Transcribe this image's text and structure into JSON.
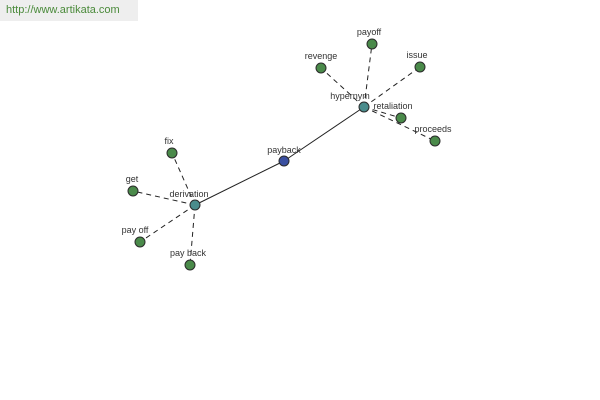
{
  "site": {
    "url": "http://www.artikata.com"
  },
  "colors": {
    "central": "#3a4fa0",
    "relation": "#4a8c8c",
    "leaf": "#4a8a4a",
    "line": "#222222",
    "banner_text": "#4a8a3a"
  },
  "graph": {
    "nodes": [
      {
        "id": "payback",
        "label": "payback",
        "kind": "central"
      },
      {
        "id": "hypernym",
        "label": "hypernym",
        "kind": "relation"
      },
      {
        "id": "derivation",
        "label": "derivation",
        "kind": "relation"
      },
      {
        "id": "payoff",
        "label": "payoff",
        "kind": "leaf"
      },
      {
        "id": "revenge",
        "label": "revenge",
        "kind": "leaf"
      },
      {
        "id": "issue",
        "label": "issue",
        "kind": "leaf"
      },
      {
        "id": "retaliation",
        "label": "retaliation",
        "kind": "leaf"
      },
      {
        "id": "proceeds",
        "label": "proceeds",
        "kind": "leaf"
      },
      {
        "id": "fix",
        "label": "fix",
        "kind": "leaf"
      },
      {
        "id": "get",
        "label": "get",
        "kind": "leaf"
      },
      {
        "id": "pay-off",
        "label": "pay off",
        "kind": "leaf"
      },
      {
        "id": "pay-back",
        "label": "pay back",
        "kind": "leaf"
      }
    ],
    "edges": [
      {
        "from": "payback",
        "to": "hypernym",
        "style": "solid"
      },
      {
        "from": "payback",
        "to": "derivation",
        "style": "solid"
      },
      {
        "from": "hypernym",
        "to": "payoff",
        "style": "dashed"
      },
      {
        "from": "hypernym",
        "to": "revenge",
        "style": "dashed"
      },
      {
        "from": "hypernym",
        "to": "issue",
        "style": "dashed"
      },
      {
        "from": "hypernym",
        "to": "retaliation",
        "style": "dashed"
      },
      {
        "from": "hypernym",
        "to": "proceeds",
        "style": "dashed"
      },
      {
        "from": "derivation",
        "to": "fix",
        "style": "dashed"
      },
      {
        "from": "derivation",
        "to": "get",
        "style": "dashed"
      },
      {
        "from": "derivation",
        "to": "pay-off",
        "style": "dashed"
      },
      {
        "from": "derivation",
        "to": "pay-back",
        "style": "dashed"
      }
    ]
  }
}
